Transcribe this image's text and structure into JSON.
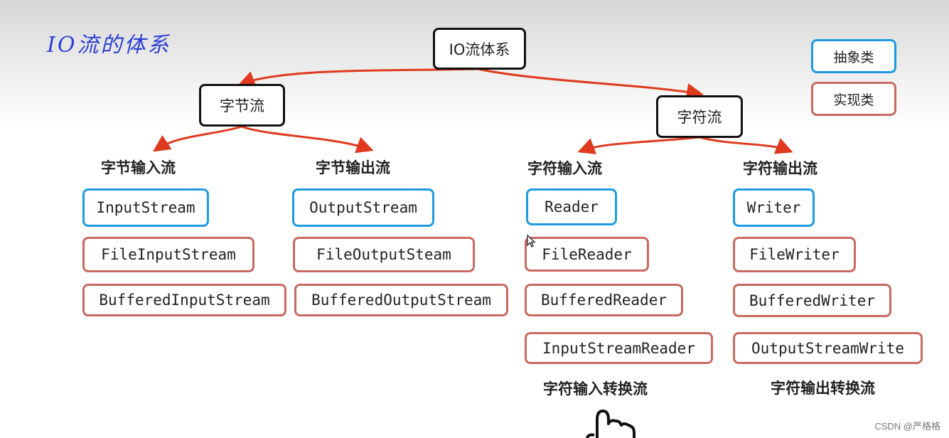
{
  "title": "IO流的体系",
  "root": "IO流体系",
  "legend": {
    "abstract": "抽象类",
    "impl": "实现类"
  },
  "byte_stream": {
    "label": "字节流",
    "input": {
      "label": "字节输入流",
      "abstract": "InputStream",
      "impls": [
        "FileInputStream",
        "BufferedInputStream"
      ]
    },
    "output": {
      "label": "字节输出流",
      "abstract": "OutputStream",
      "impls": [
        "FileOutputSteam",
        "BufferedOutputStream"
      ]
    }
  },
  "char_stream": {
    "label": "字符流",
    "input": {
      "label": "字符输入流",
      "abstract": "Reader",
      "impls": [
        "FileReader",
        "BufferedReader",
        "InputStreamReader"
      ],
      "note": "字符输入转换流"
    },
    "output": {
      "label": "字符输出流",
      "abstract": "Writer",
      "impls": [
        "FileWriter",
        "BufferedWriter",
        "OutputStreamWrite"
      ],
      "note": "字符输出转换流"
    }
  },
  "watermark": "CSDN @严格格",
  "colors": {
    "abstract_border": "#1e9be0",
    "impl_border": "#c86a60",
    "arrow": "#e03a1e",
    "title": "#2b3fd6"
  }
}
